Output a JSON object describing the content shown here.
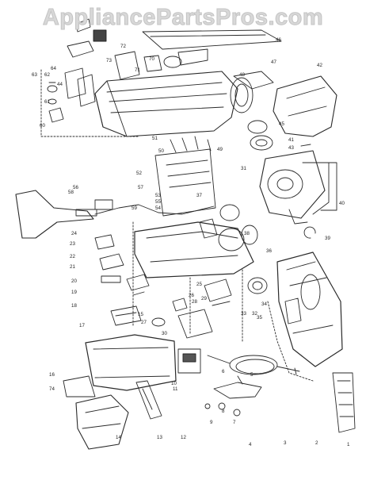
{
  "watermark": "AppliancePartsPros.com",
  "ink_color": "#2a2a2a",
  "callouts": [
    "1",
    "2",
    "3",
    "4",
    "5",
    "6",
    "7",
    "8",
    "9",
    "10",
    "11",
    "12",
    "13",
    "14",
    "15",
    "16",
    "17",
    "18",
    "19",
    "20",
    "21",
    "22",
    "23",
    "24",
    "25",
    "26",
    "27",
    "28",
    "29",
    "30",
    "31",
    "32",
    "33",
    "34",
    "35",
    "36",
    "37",
    "38",
    "39",
    "40",
    "41",
    "42",
    "43",
    "44",
    "45",
    "46",
    "47",
    "48",
    "49",
    "50",
    "51",
    "52",
    "53",
    "54",
    "55",
    "56",
    "57",
    "58",
    "59",
    "60",
    "61",
    "62",
    "63",
    "64",
    "70",
    "71",
    "72",
    "73",
    "74"
  ]
}
